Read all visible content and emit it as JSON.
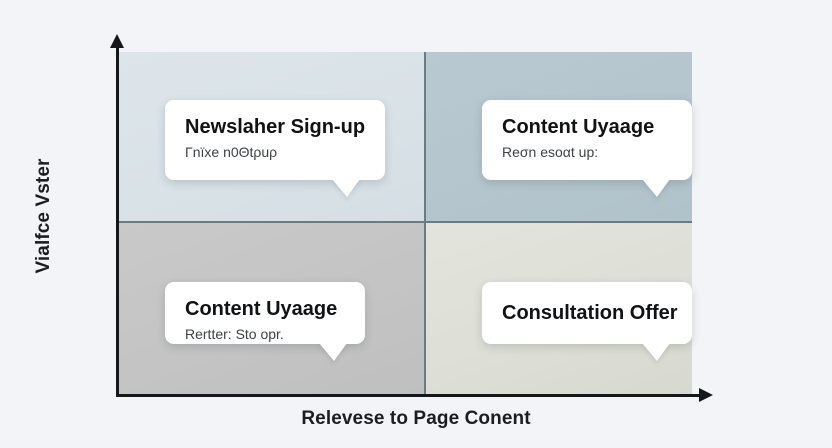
{
  "axes": {
    "x_label": "Relevese to Page Conent",
    "y_label": "Vialfce Vster",
    "x_arrow_icon": "arrow-right-icon",
    "y_arrow_icon": "arrow-up-icon"
  },
  "colors": {
    "page_background": "#f2f4f7",
    "quadrant_top_left": "#d9e2e7",
    "quadrant_top_right": "#b4c5cd",
    "quadrant_bottom_left": "#c4c4c4",
    "quadrant_bottom_right": "#dddfd6",
    "axis_line": "#15181b",
    "divider_line": "#6b7b82",
    "card_background": "#ffffff",
    "title_text": "#101214",
    "subtitle_text": "#3c4246"
  },
  "chart_data": {
    "type": "scatter",
    "title": "",
    "xlabel": "Relevese to Page Conent",
    "ylabel": "Vialfce Vster",
    "grid": false,
    "legend": "none",
    "quadrants": [
      {
        "position": "top-left",
        "fill": "#d9e2e7",
        "label": "Newslaher Sign-up",
        "sublabel": "Γnïxe n0Θtρuρ"
      },
      {
        "position": "top-right",
        "fill": "#b4c5cd",
        "label": "Content Uyaage",
        "sublabel": "Reσn esoαt up:"
      },
      {
        "position": "bottom-left",
        "fill": "#c4c4c4",
        "label": "Content Uyaage",
        "sublabel": "Rertter: Sto opr."
      },
      {
        "position": "bottom-right",
        "fill": "#dddfd6",
        "label": "Consultation Offer",
        "sublabel": ""
      }
    ]
  },
  "cards": {
    "newsletter": {
      "title": "Newslaher Sign-up",
      "subtitle": "Γnïxe n0Θtρuρ"
    },
    "content_top": {
      "title": "Content Uyaage",
      "subtitle": "Reσn esoαt up:"
    },
    "content_bottom": {
      "title": "Content Uyaage",
      "subtitle": "Rertter: Sto opr."
    },
    "consultation": {
      "title": "Consultation Offer",
      "subtitle": ""
    }
  }
}
